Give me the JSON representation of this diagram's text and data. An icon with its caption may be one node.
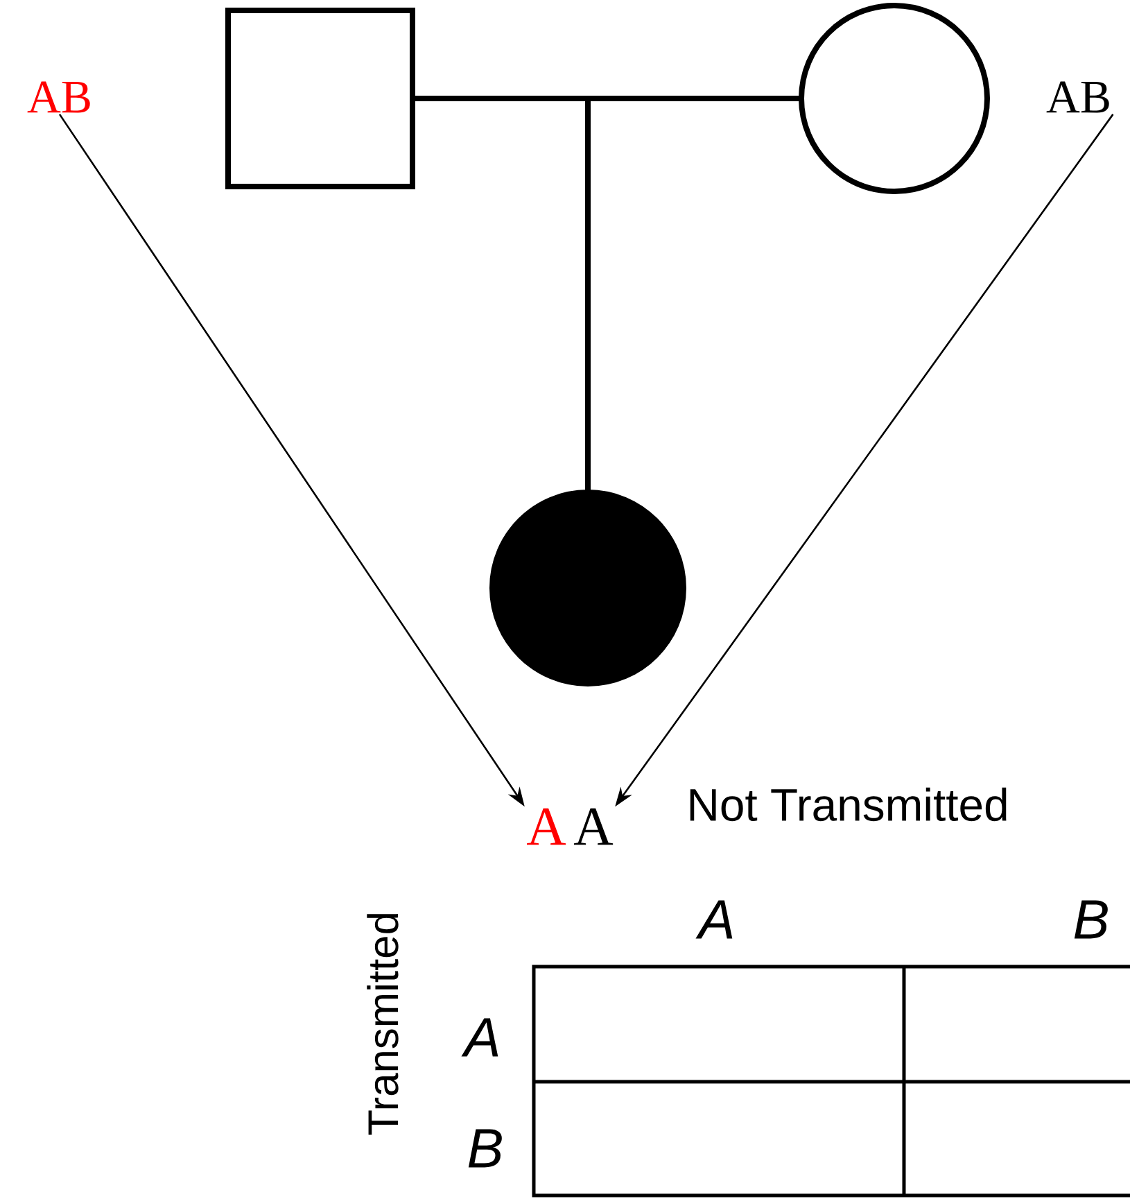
{
  "diagram": {
    "nodes": [
      {
        "text": [],
        "shape": "box"
      },
      {
        "text": [],
        "shape": "circle"
      },
      {
        "text": [],
        "shape": "circle"
      },
      {
        "text": [
          "AB"
        ]
      },
      {
        "text": [
          "AB"
        ]
      },
      {
        "text": [
          "A"
        ]
      },
      {
        "text": [
          "A"
        ]
      }
    ],
    "edges": [
      {
        "from": 0,
        "to": 2,
        "arrow": "none",
        "style": "thick"
      },
      {
        "from": 1,
        "to": 2,
        "arrow": "none",
        "style": "thick"
      },
      {
        "from": 3,
        "to": 5,
        "arrow": "to"
      },
      {
        "from": 4,
        "to": 6,
        "arrow": "to"
      }
    ],
    "labels": [
      "Not Transmitted",
      "Transmitted",
      "A",
      "B",
      "A",
      "B"
    ]
  }
}
